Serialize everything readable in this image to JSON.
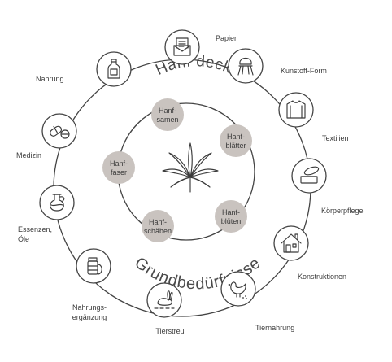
{
  "diagram": {
    "title_top": "Hanf deckt",
    "title_bottom": "Grundbedürfnisse",
    "plant_parts": [
      {
        "id": "samen",
        "label": [
          "Hanf-",
          "samen"
        ]
      },
      {
        "id": "blaetter",
        "label": [
          "Hanf-",
          "blätter"
        ]
      },
      {
        "id": "faser",
        "label": [
          "Hanf-",
          "faser"
        ]
      },
      {
        "id": "blueten",
        "label": [
          "Hanf-",
          "blüten"
        ]
      },
      {
        "id": "schaeben",
        "label": [
          "Hanf-",
          "schäben"
        ]
      }
    ],
    "uses": [
      {
        "id": "papier",
        "label": [
          "Papier"
        ],
        "icon": "envelope-letter-icon"
      },
      {
        "id": "kunststoff",
        "label": [
          "Kunstoff-Form"
        ],
        "icon": "chair-icon"
      },
      {
        "id": "textilien",
        "label": [
          "Textilien"
        ],
        "icon": "shirt-icon"
      },
      {
        "id": "koerperpflege",
        "label": [
          "Körperpflege"
        ],
        "icon": "cream-jar-icon"
      },
      {
        "id": "konstruktionen",
        "label": [
          "Konstruktionen"
        ],
        "icon": "house-icon"
      },
      {
        "id": "tiernahrung",
        "label": [
          "Tiernahrung"
        ],
        "icon": "chicken-icon"
      },
      {
        "id": "tierstreu",
        "label": [
          "Tierstreu"
        ],
        "icon": "rabbit-icon"
      },
      {
        "id": "nahrungsergaenzung",
        "label": [
          "Nahrungs-",
          "ergänzung"
        ],
        "icon": "supplement-jar-icon"
      },
      {
        "id": "essenzen",
        "label": [
          "Essenzen,",
          "Öle"
        ],
        "icon": "oil-flask-icon"
      },
      {
        "id": "medizin",
        "label": [
          "Medizin"
        ],
        "icon": "pills-icon"
      },
      {
        "id": "nahrung",
        "label": [
          "Nahrung"
        ],
        "icon": "bottle-icon"
      }
    ],
    "center_icon": "hemp-leaf-icon",
    "colors": {
      "ring_stroke": "#444444",
      "part_fill": "#c9c3bf",
      "icon_fill": "#ffffff",
      "text": "#3c3c3c"
    }
  }
}
